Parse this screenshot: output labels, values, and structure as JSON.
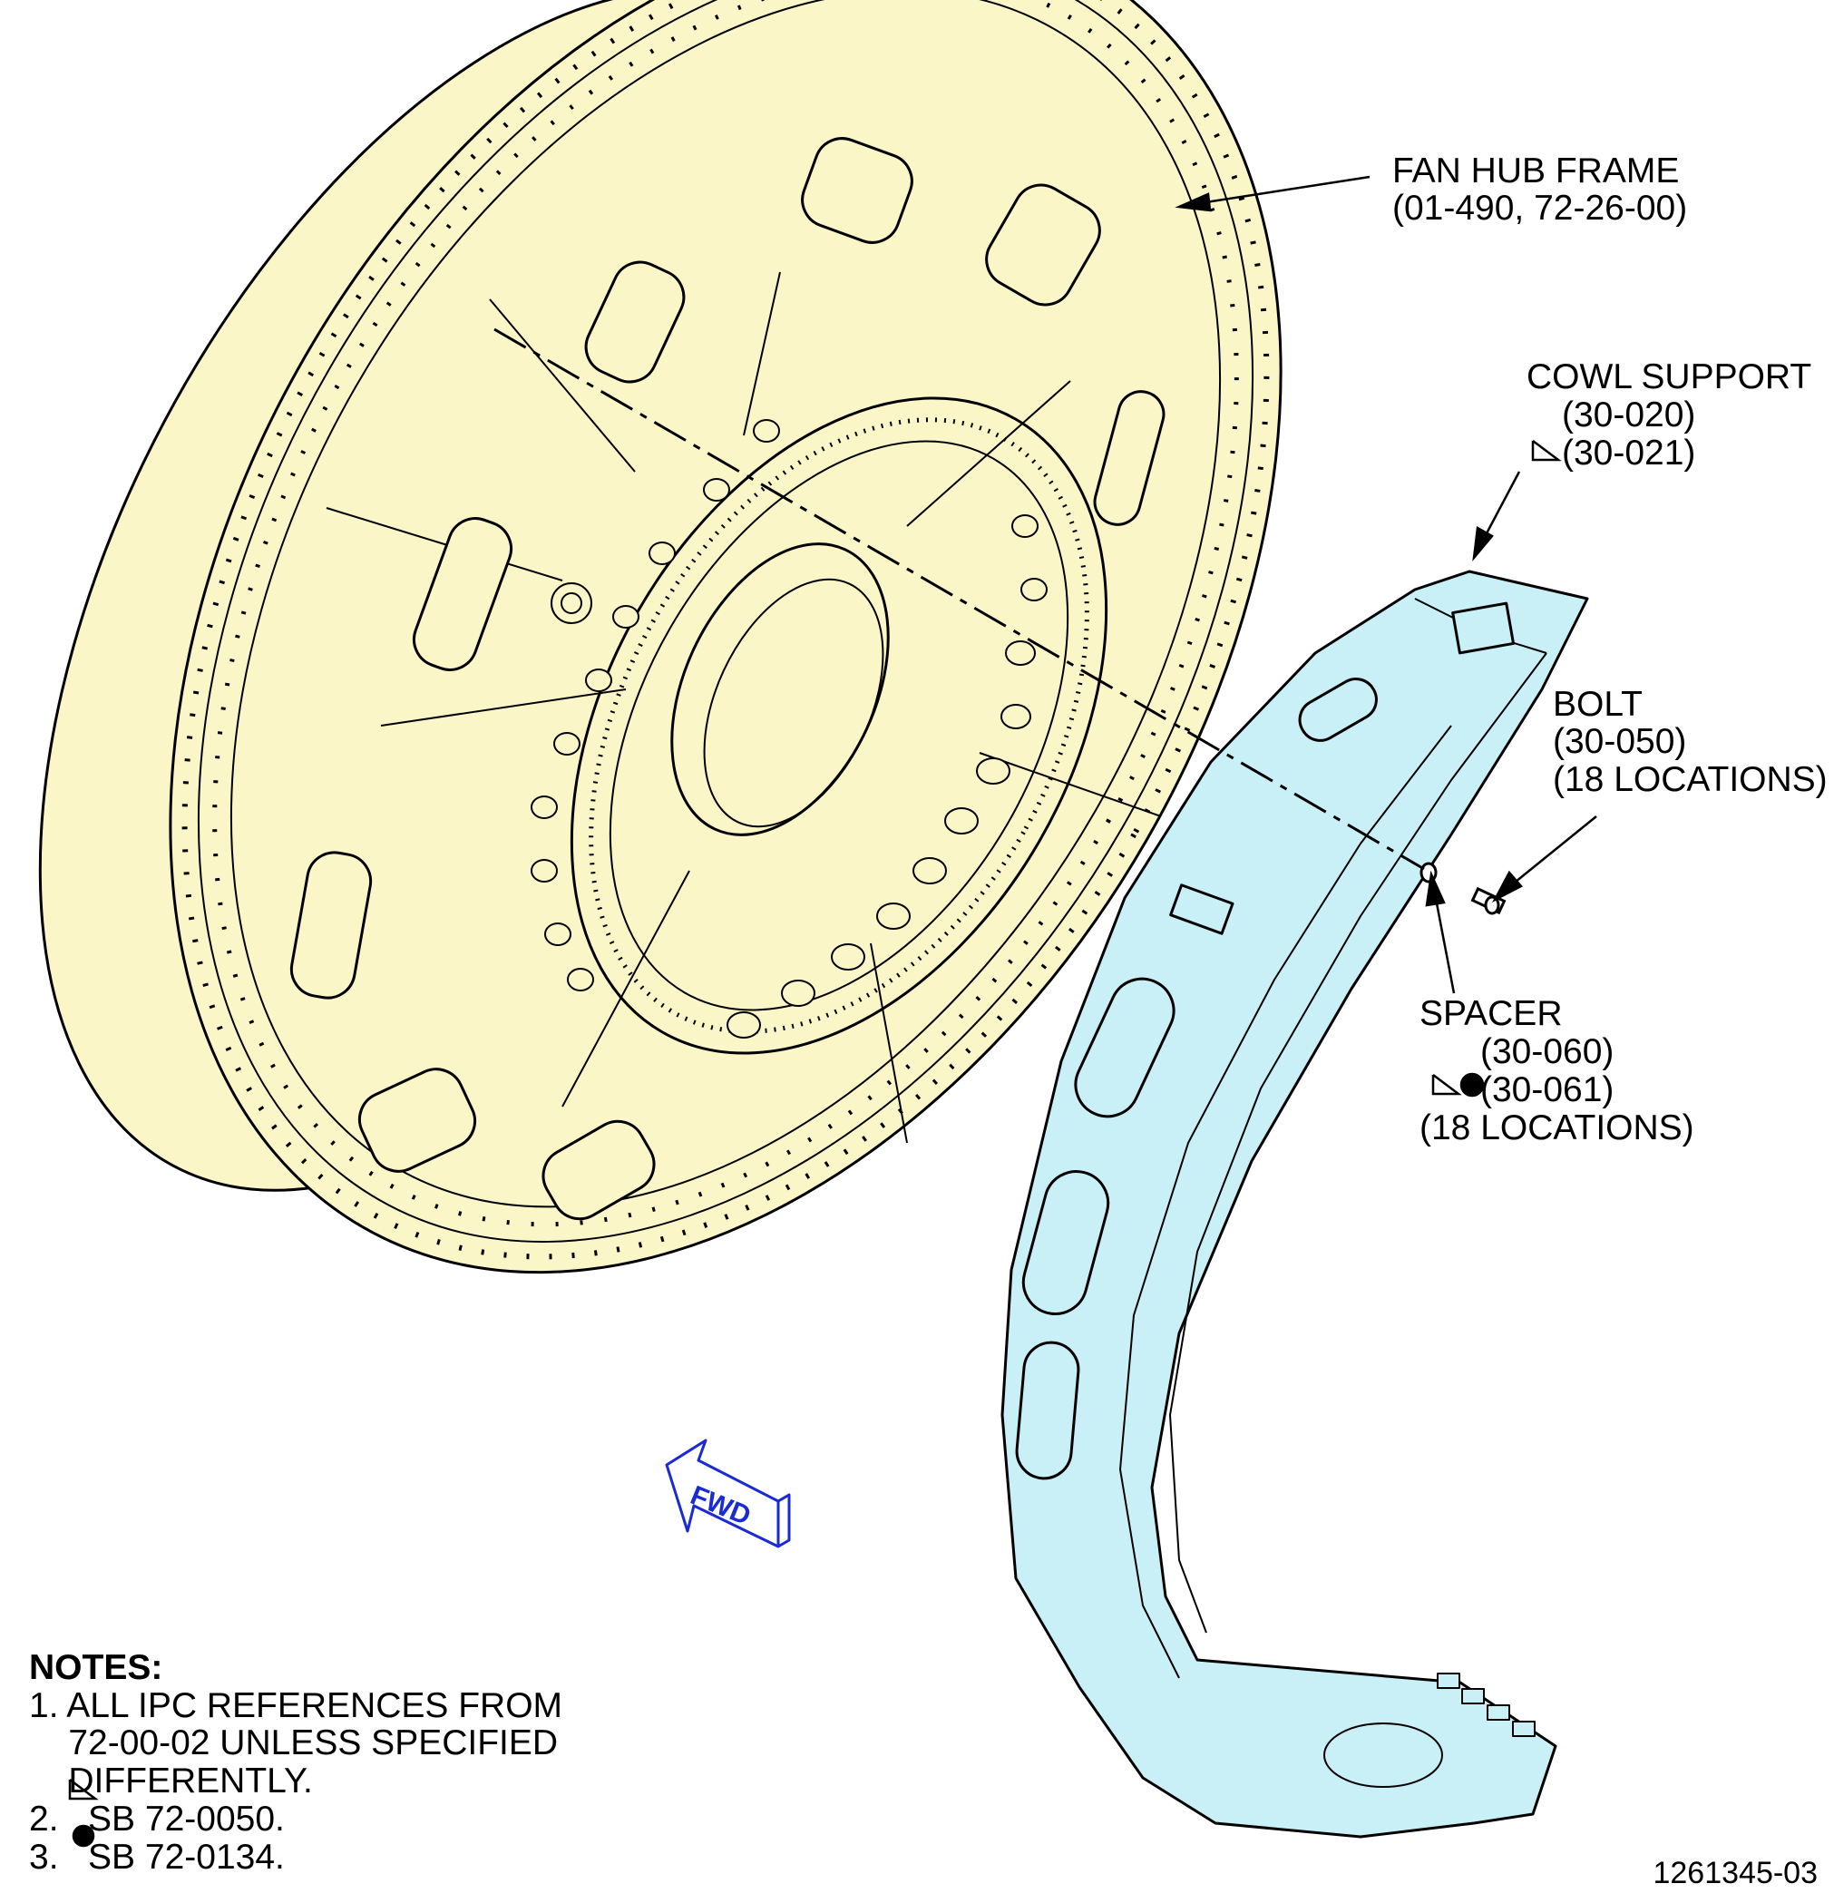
{
  "labels": {
    "fan_hub_frame": {
      "name": "FAN HUB FRAME",
      "ref": "(01-490, 72-26-00)"
    },
    "cowl_support": {
      "name": "COWL SUPPORT",
      "ref1": "(30-020)",
      "ref2": "(30-021)"
    },
    "bolt": {
      "name": "BOLT",
      "ref": "(30-050)",
      "qty": "(18 LOCATIONS)"
    },
    "spacer": {
      "name": "SPACER",
      "ref1": "(30-060)",
      "ref2": "(30-061)",
      "qty": "(18 LOCATIONS)"
    }
  },
  "fwd_arrow": {
    "label": "FWD",
    "color": "#1a2bd6"
  },
  "notes": {
    "title": "NOTES:",
    "lines": [
      "1. ALL IPC REFERENCES FROM",
      "    72-00-02 UNLESS SPECIFIED",
      "    DIFFERENTLY.",
      "2.   SB 72-0050.",
      "3.   SB 72-0134."
    ]
  },
  "drawing_number": "1261345-03",
  "colors": {
    "frame_fill": "#fbf6c8",
    "support_fill": "#c9f0f6",
    "line": "#000000"
  }
}
